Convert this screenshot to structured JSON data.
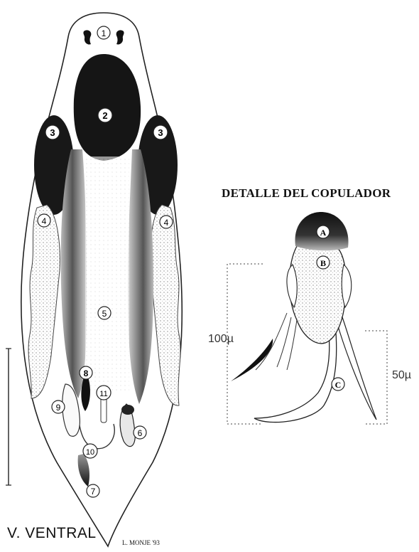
{
  "figure": {
    "view_label": "V. VENTRAL",
    "credit": "L. MONJE '93",
    "detail_title": "DETALLE DEL COPULADOR",
    "scale_100": "100µ",
    "scale_50": "50µ"
  },
  "body_labels": {
    "n1": "1",
    "n2": "2",
    "n3_left": "3",
    "n3_right": "3",
    "n4_left": "4",
    "n4_right": "4",
    "n5": "5",
    "n6": "6",
    "n7": "7",
    "n8": "8",
    "n9": "9",
    "n10": "10",
    "n11": "11"
  },
  "copulator_labels": {
    "a": "A",
    "b": "B",
    "c": "C"
  }
}
